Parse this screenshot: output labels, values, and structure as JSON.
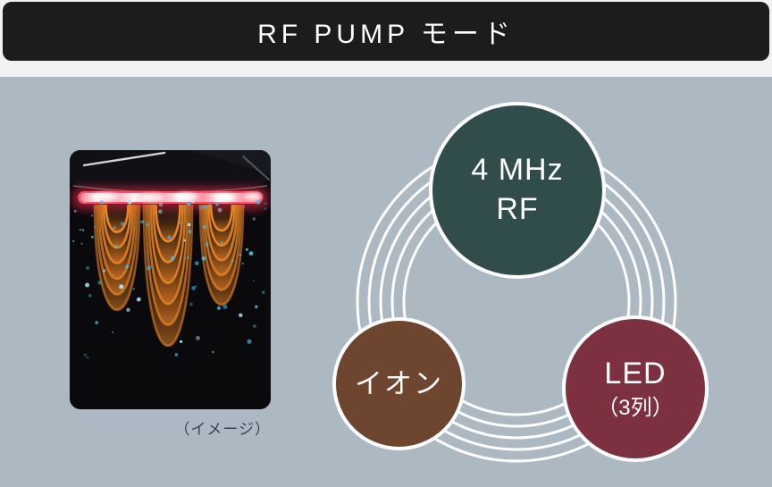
{
  "header": {
    "title": "RF PUMP モード"
  },
  "figure": {
    "caption": "（イメージ）"
  },
  "diagram": {
    "circles": [
      {
        "id": "rf",
        "lines": [
          "4 MHz",
          "RF"
        ]
      },
      {
        "id": "ion",
        "lines": [
          "イオン"
        ]
      },
      {
        "id": "led",
        "lines": [
          "LED",
          "（3列）"
        ]
      }
    ]
  },
  "colors": {
    "header_bg": "#1c1c1e",
    "panel_bg": "#adb9c2",
    "rf_circle": "#314d4b",
    "ion_circle": "#6e462f",
    "led_circle": "#7d3140",
    "ring_stroke": "#ffffff",
    "caption_text": "#3f4347"
  }
}
